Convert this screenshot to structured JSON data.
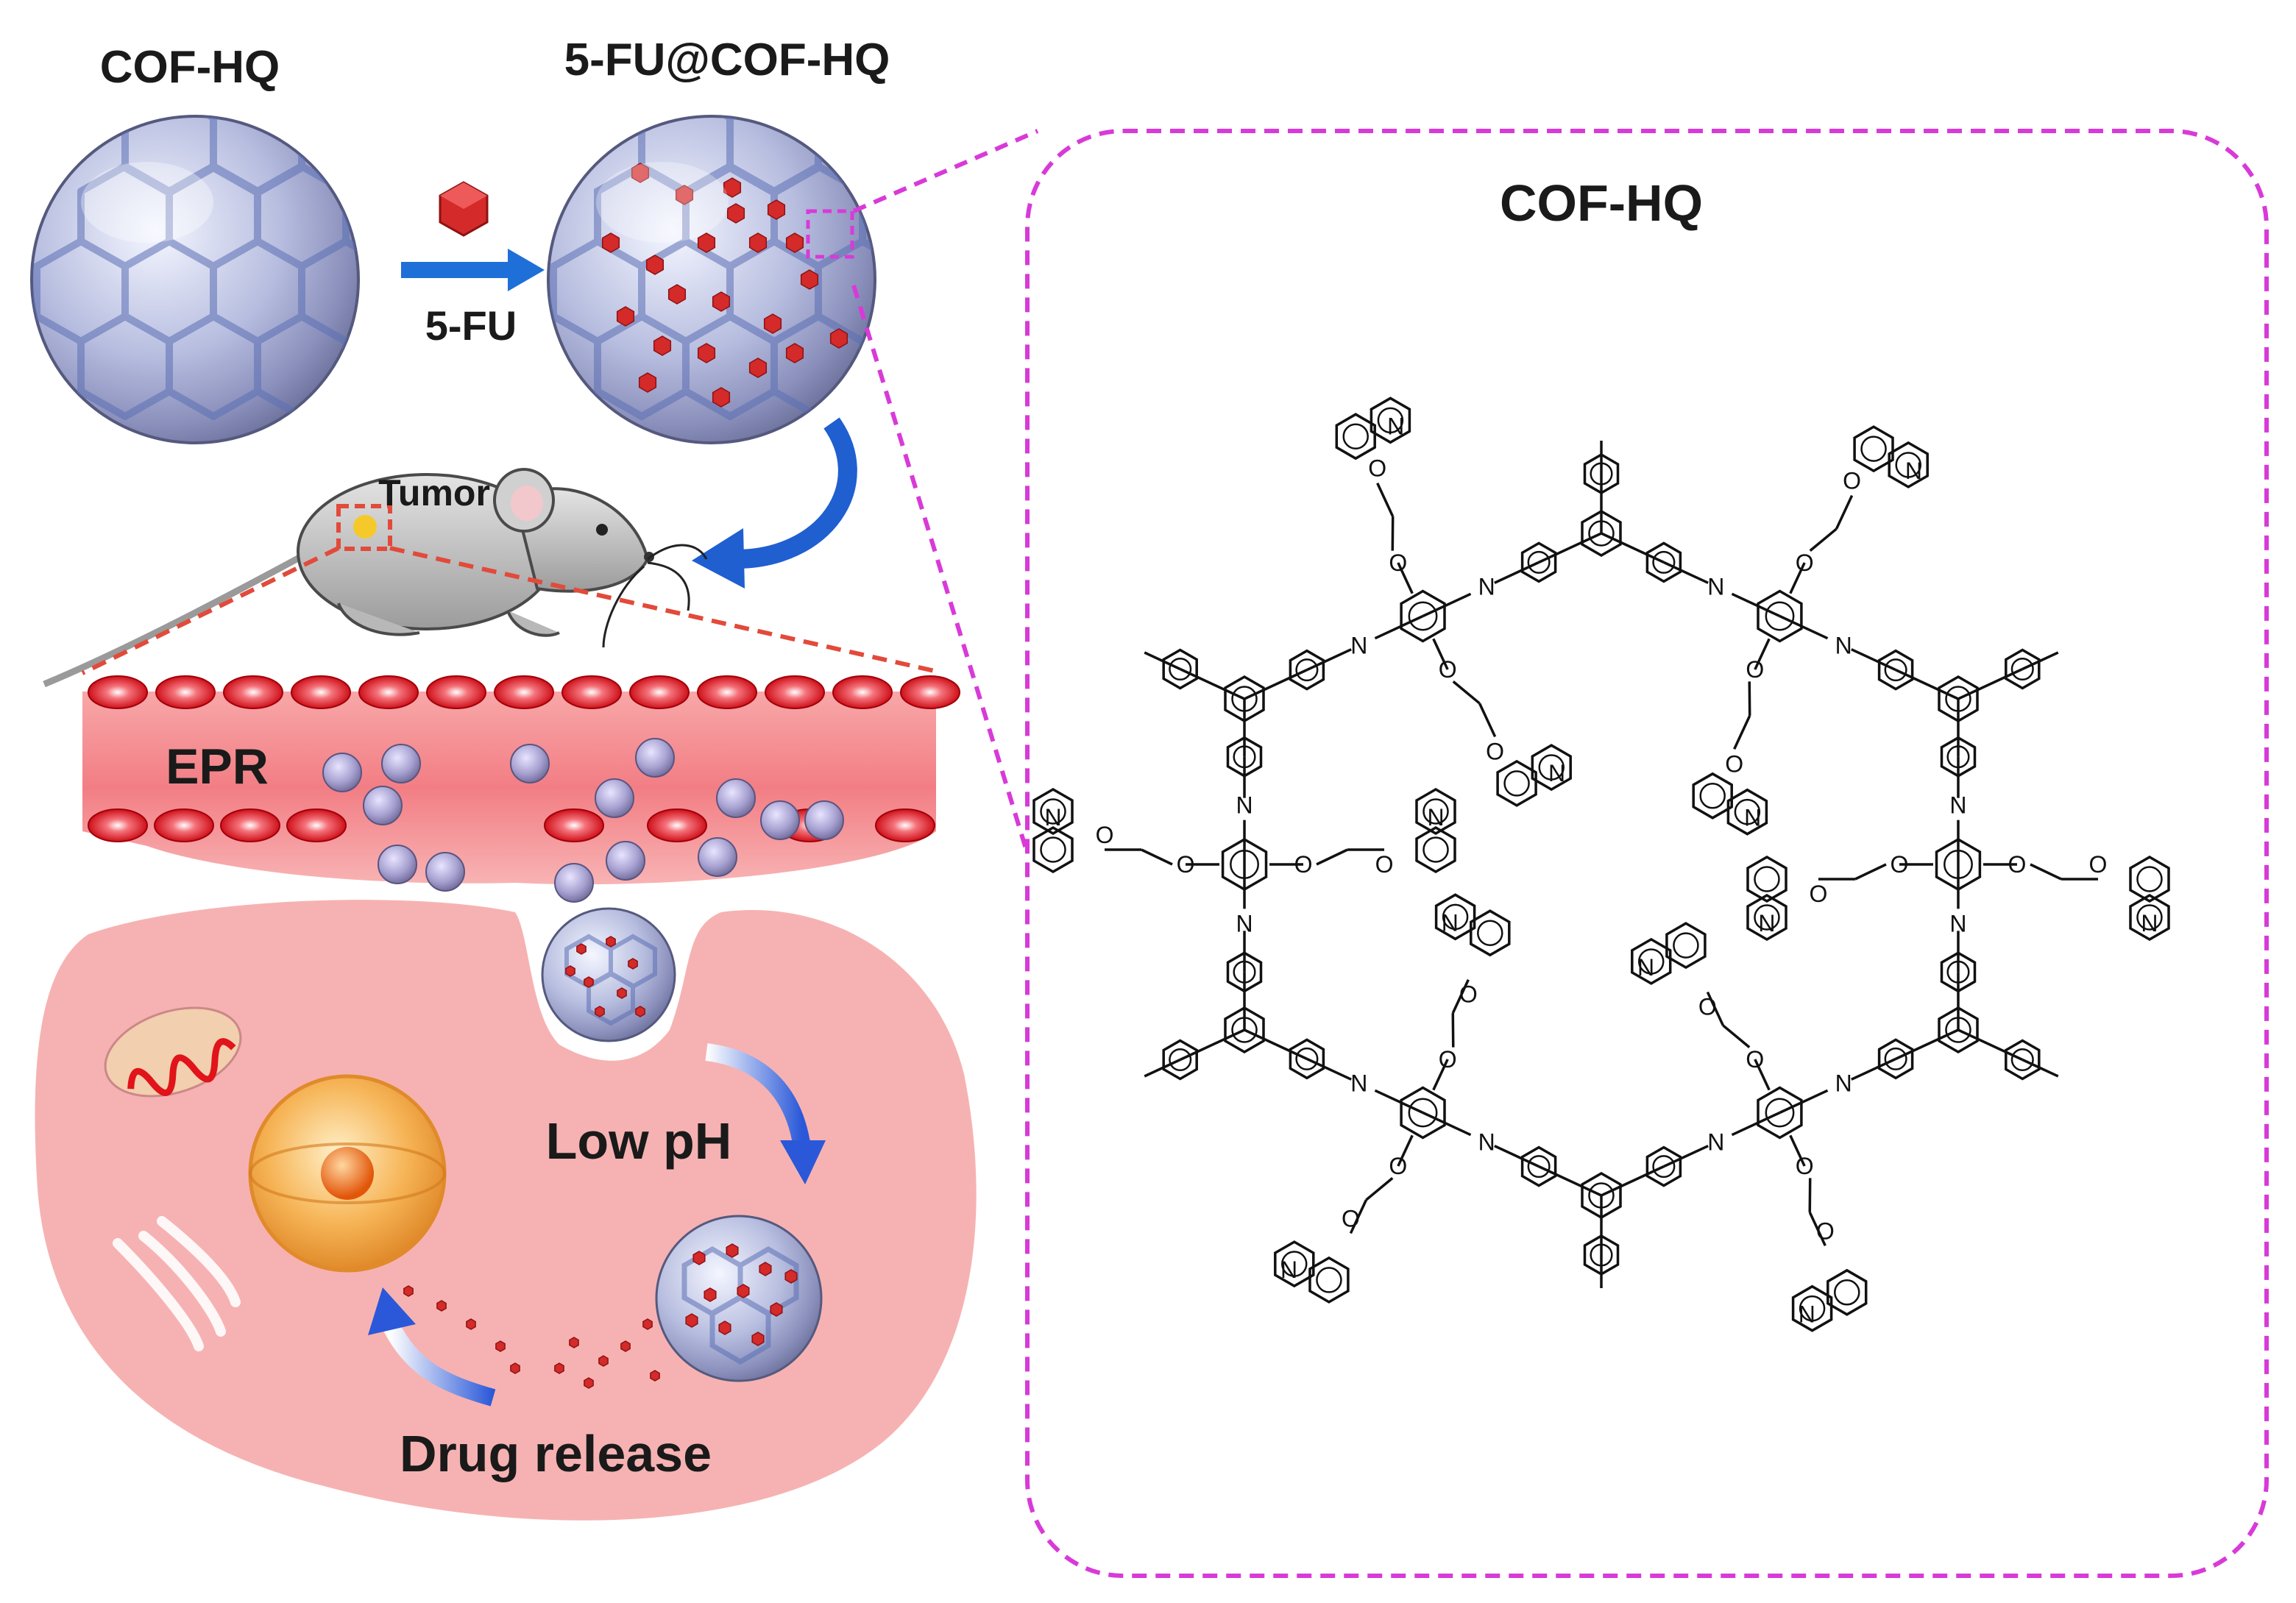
{
  "labels": {
    "cof_hq": "COF-HQ",
    "fu_cof_hq": "5-FU@COF-HQ",
    "fu": "5-FU",
    "tumor": "Tumor",
    "epr": "EPR",
    "low_ph": "Low pH",
    "drug_release": "Drug release",
    "structure_title": "COF-HQ"
  },
  "structure": {
    "atoms": [
      "N",
      "O"
    ]
  },
  "colors": {
    "drug": "#d42a2a",
    "arrow_blue": "#1f6fd8",
    "dashed_pink": "#d83ad8",
    "dashed_red": "#e24a3a",
    "cell_pink": "#f6b2b2",
    "vessel_pink": "#f27e84",
    "rbc_red": "#e0141a"
  }
}
